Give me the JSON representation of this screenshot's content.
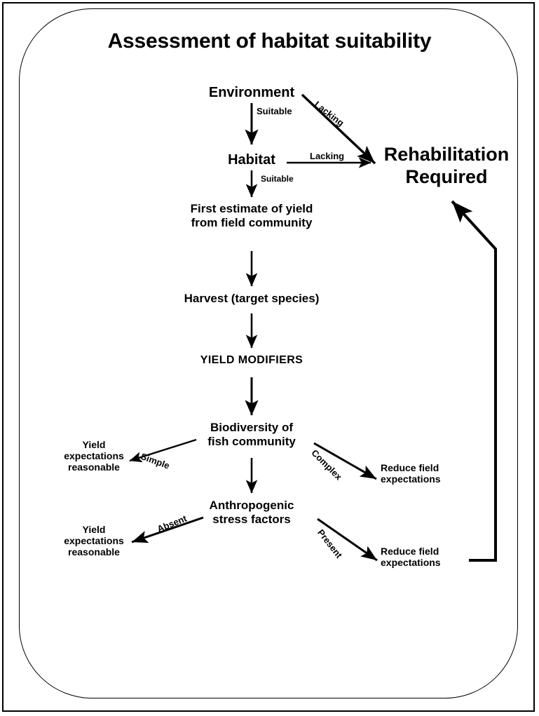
{
  "figure": {
    "title": "Assessment of habitat suitability",
    "type": "flowchart",
    "frame": {
      "outer_border": "#000000",
      "inner_rounded_frame": "#000000",
      "background": "#ffffff"
    }
  },
  "nodes": {
    "environment": "Environment",
    "habitat": "Habitat",
    "rehabilitation": "Rehabilitation\nRequired",
    "first_estimate": "First estimate of yield\nfrom field community",
    "harvest": "Harvest (target species)",
    "yield_modifiers": "YIELD MODIFIERS",
    "biodiversity": "Biodiversity of\nfish community",
    "anthropogenic": "Anthropogenic\nstress factors",
    "yield_expect_1": "Yield\nexpectations\nreasonable",
    "yield_expect_2": "Yield\nexpectations\nreasonable",
    "reduce_field_1": "Reduce field\nexpectations",
    "reduce_field_2": "Reduce field\nexpectations"
  },
  "edge_labels": {
    "env_suitable": "Suitable",
    "env_lacking": "Lacking",
    "habitat_lacking": "Lacking",
    "habitat_suitable": "Suitable",
    "biodiv_simple": "Simple",
    "biodiv_complex": "Complex",
    "stress_absent": "Absent",
    "stress_present": "Present"
  },
  "edges": [
    {
      "from": "environment",
      "to": "habitat",
      "label": "Suitable"
    },
    {
      "from": "environment",
      "to": "rehabilitation",
      "label": "Lacking"
    },
    {
      "from": "habitat",
      "to": "rehabilitation",
      "label": "Lacking"
    },
    {
      "from": "habitat",
      "to": "first_estimate",
      "label": "Suitable"
    },
    {
      "from": "first_estimate",
      "to": "harvest",
      "label": ""
    },
    {
      "from": "harvest",
      "to": "yield_modifiers",
      "label": ""
    },
    {
      "from": "yield_modifiers",
      "to": "biodiversity",
      "label": ""
    },
    {
      "from": "biodiversity",
      "to": "yield_expect_1",
      "label": "Simple"
    },
    {
      "from": "biodiversity",
      "to": "reduce_field_1",
      "label": "Complex"
    },
    {
      "from": "biodiversity",
      "to": "anthropogenic",
      "label": ""
    },
    {
      "from": "anthropogenic",
      "to": "yield_expect_2",
      "label": "Absent"
    },
    {
      "from": "anthropogenic",
      "to": "reduce_field_2",
      "label": "Present"
    },
    {
      "from": "reduce_field_2",
      "to": "rehabilitation",
      "label": ""
    }
  ]
}
